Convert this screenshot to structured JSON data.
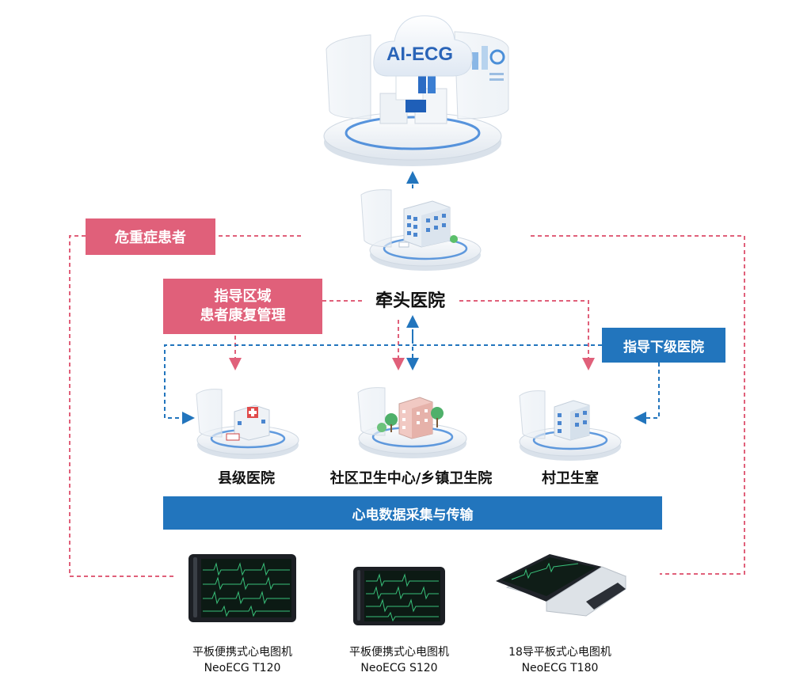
{
  "cloud": {
    "label": "AI-ECG"
  },
  "lead_hospital": {
    "label": "牵头医院"
  },
  "tags": {
    "critical": "危重症患者",
    "guide_region_line1": "指导区域",
    "guide_region_line2": "患者康复管理",
    "guide_lower": "指导下级医院"
  },
  "facilities": [
    {
      "label": "县级医院"
    },
    {
      "label": "社区卫生中心/乡镇卫生院"
    },
    {
      "label": "村卫生室"
    }
  ],
  "banner": {
    "label": "心电数据采集与传输"
  },
  "devices": [
    {
      "line1": "平板便携式心电图机",
      "line2": "NeoECG T120"
    },
    {
      "line1": "平板便携式心电图机",
      "line2": "NeoECG S120"
    },
    {
      "line1": "18导平板式心电图机",
      "line2": "NeoECG T180"
    }
  ],
  "colors": {
    "pink": "#e0607a",
    "blue": "#2275bd",
    "ecg_green": "#39c07a"
  }
}
